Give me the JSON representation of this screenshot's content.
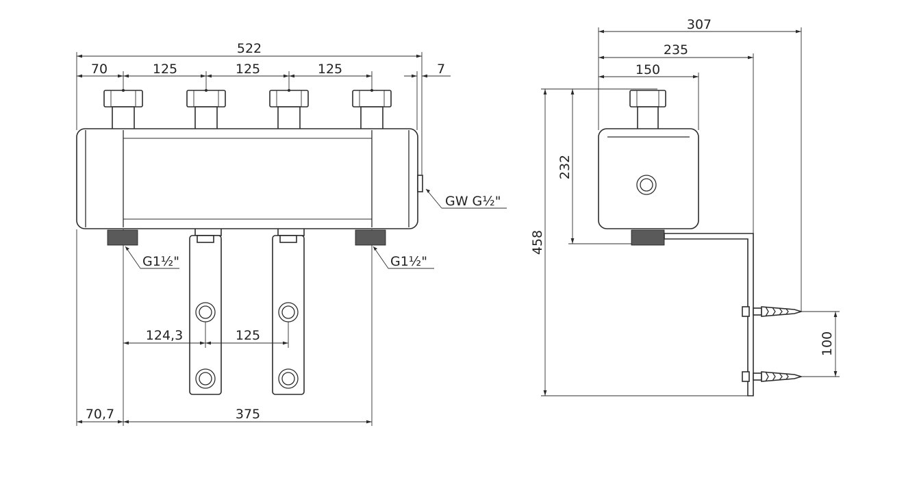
{
  "front_view": {
    "dimensions": {
      "overall_width": "522",
      "pitch_first": "70",
      "pitch_1": "125",
      "pitch_2": "125",
      "pitch_3": "125",
      "side_offset": "7",
      "bracket_spacing_1": "124,3",
      "bracket_spacing_2": "125",
      "left_offset": "70,7",
      "outlet_span": "375"
    },
    "labels": {
      "side_port": "GW G½\"",
      "bottom_left_thread": "G1½\"",
      "bottom_right_thread": "G1½\""
    }
  },
  "side_view": {
    "dimensions": {
      "total_depth": "307",
      "wall_depth": "235",
      "pipe_depth": "150",
      "body_height": "232",
      "total_height": "458",
      "anchor_spacing": "100"
    }
  }
}
